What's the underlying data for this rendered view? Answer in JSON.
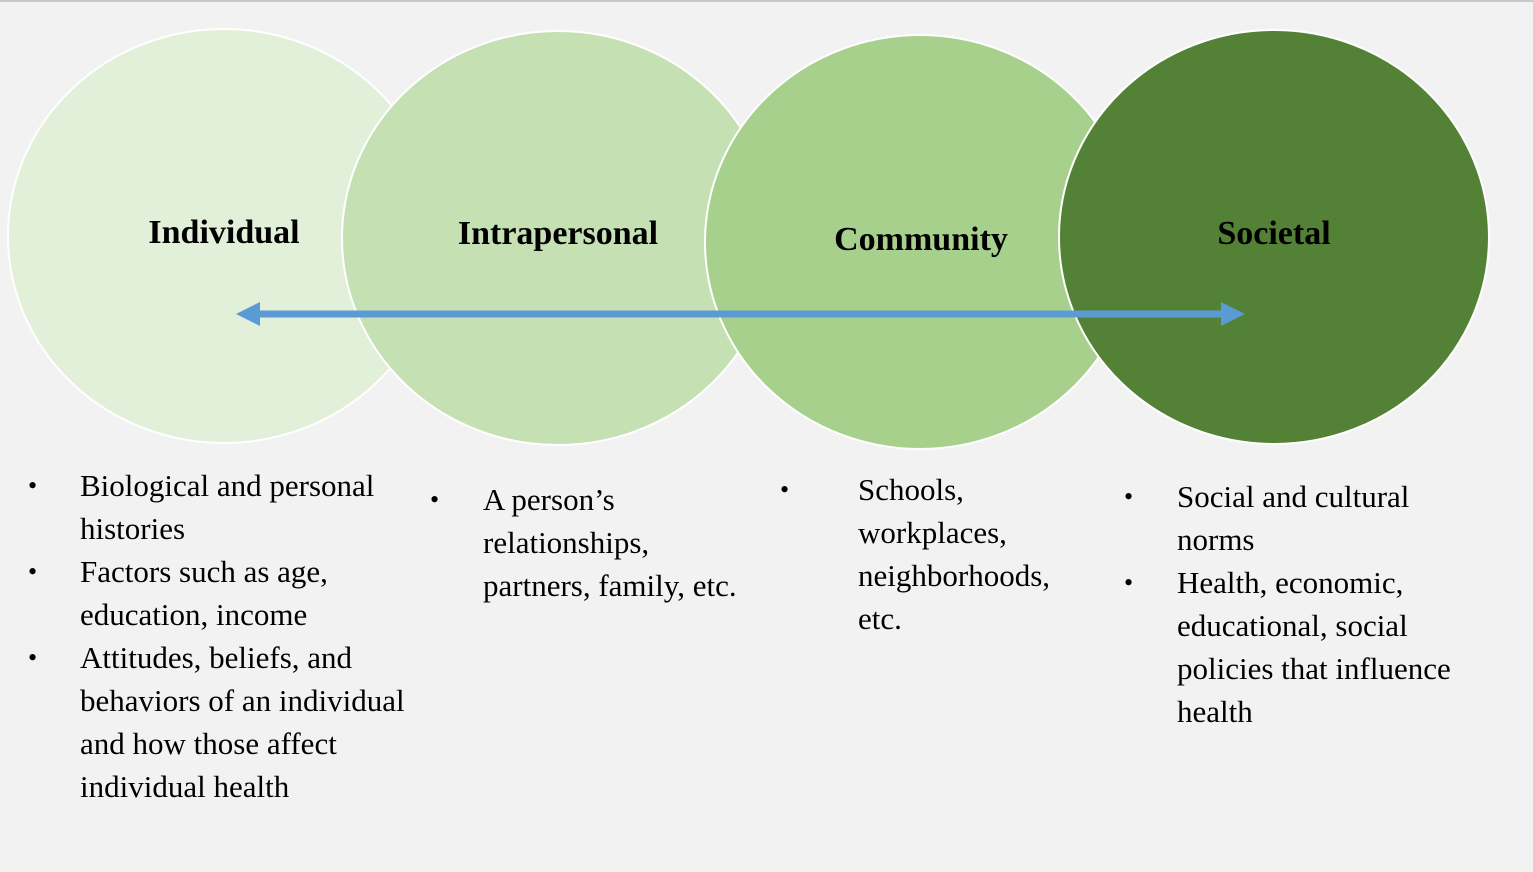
{
  "levels": [
    {
      "label": "Individual",
      "color": "#e2efd9",
      "bullets": [
        "Biological and personal histories",
        "Factors such as age, education, income",
        "Attitudes, beliefs, and behaviors of an individual and how those affect individual health"
      ]
    },
    {
      "label": "Intrapersonal",
      "color": "#c5e0b3",
      "bullets": [
        "A person’s relationships, partners, family, etc."
      ]
    },
    {
      "label": "Community",
      "color": "#a8d08d",
      "bullets": [
        "Schools, workplaces, neighborhoods, etc."
      ]
    },
    {
      "label": "Societal",
      "color": "#538135",
      "bullets": [
        "Social and cultural norms",
        "Health, economic, educational, social policies that influence health"
      ]
    }
  ],
  "arrow_color": "#5b9bd5"
}
